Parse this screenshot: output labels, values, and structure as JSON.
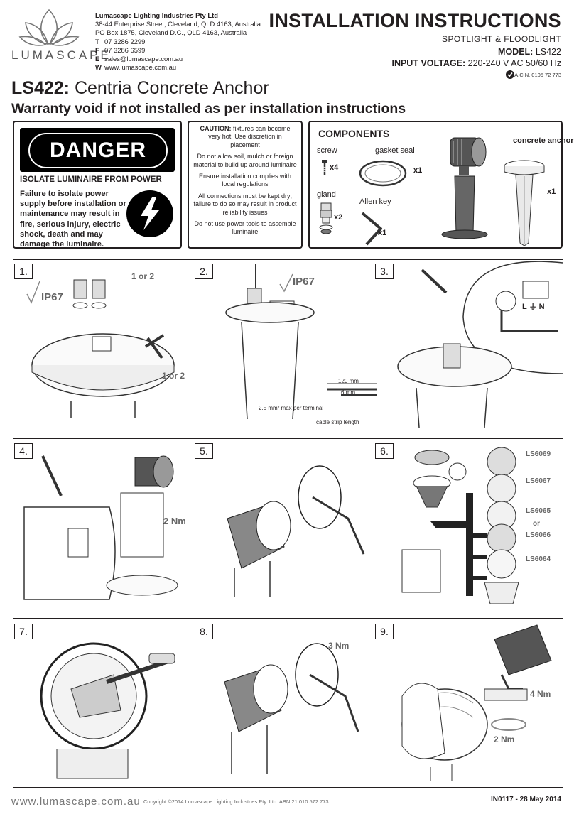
{
  "company": {
    "logo_text": "LUMASCAPE",
    "name": "Lumascape Lighting Industries Pty Ltd",
    "address_1": "38-44 Enterprise Street, Cleveland, QLD 4163, Australia",
    "address_2": "PO Box 1875, Cleveland D.C., QLD 4163, Australia",
    "t_label": "T",
    "t_value": "07 3286 2299",
    "f_label": "F",
    "f_value": "07 3286 6599",
    "e_label": "E",
    "e_value": "sales@lumascape.com.au",
    "w_label": "W",
    "w_value": "www.lumascape.com.au"
  },
  "header": {
    "title": "INSTALLATION INSTRUCTIONS",
    "subtitle": "SPOTLIGHT & FLOODLIGHT",
    "model_label": "MODEL:",
    "model_value": "LS422",
    "voltage_label": "INPUT VOLTAGE:",
    "voltage_value": "220-240 V AC 50/60 Hz",
    "acn": "A.C.N. 0105 72 773"
  },
  "product": {
    "code": "LS422:",
    "name": "Centria Concrete Anchor",
    "warranty": "Warranty void if not installed as per installation instructions"
  },
  "danger": {
    "word": "DANGER",
    "heading": "ISOLATE LUMINAIRE FROM POWER",
    "body": "Failure to isolate power supply before installation or maintenance may result in fire, serious injury, electric shock, death and may damage the luminaire."
  },
  "caution": {
    "label": "CAUTION:",
    "p1": "fixtures can become very hot. Use discretion in placement",
    "p2": "Do not allow soil, mulch or foreign material to build up around luminaire",
    "p3": "Ensure installation complies with local regulations",
    "p4": "All connections must be kept dry; failure to do so may result in product reliability issues",
    "p5": "Do not use power tools to assemble luminaire"
  },
  "components": {
    "heading": "COMPONENTS",
    "screw": "screw",
    "screw_qty": "x4",
    "gasket": "gasket seal",
    "gasket_qty": "x1",
    "gland": "gland",
    "gland_qty": "x2",
    "allen": "Allen key",
    "allen_qty": "x1",
    "anchor": "concrete anchor",
    "anchor_qty": "x1"
  },
  "steps": {
    "s1": {
      "num": "1.",
      "ip": "IP67",
      "one_or_two_a": "1 or 2",
      "one_or_two_b": "1 or 2"
    },
    "s2": {
      "num": "2.",
      "ip": "IP67",
      "dim1": "120 mm",
      "dim2": "6 mm",
      "terminal": "2.5 mm² max per terminal",
      "strip": "cable strip length"
    },
    "s3": {
      "num": "3.",
      "terminals": "L ⏚ N"
    },
    "s4": {
      "num": "4.",
      "torque": "2 Nm"
    },
    "s5": {
      "num": "5."
    },
    "s6": {
      "num": "6.",
      "a1": "LS6069",
      "a2": "LS6067",
      "a3": "LS6065",
      "a_or": "or",
      "a4": "LS6066",
      "a5": "LS6064"
    },
    "s7": {
      "num": "7."
    },
    "s8": {
      "num": "8.",
      "torque": "3 Nm"
    },
    "s9": {
      "num": "9.",
      "torque_a": "4 Nm",
      "torque_b": "2 Nm"
    }
  },
  "footer": {
    "url": "www.lumascape.com.au",
    "copyright": "Copyright ©2014 Lumascape Lighting Industries Pty. Ltd.   ABN 21 010 572 773",
    "doc_id": "IN0117 - 28 May 2014"
  }
}
